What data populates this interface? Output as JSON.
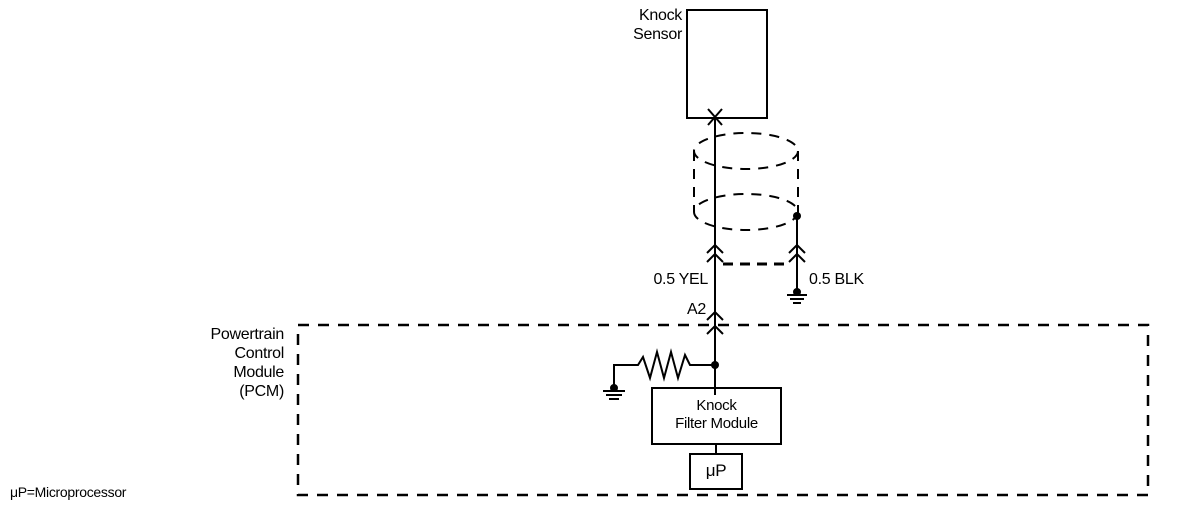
{
  "diagram": {
    "title": "Knock Sensor Circuit",
    "components": {
      "knock_sensor": {
        "line1": "Knock",
        "line2": "Sensor"
      },
      "pcm": {
        "line1": "Powertrain",
        "line2": "Control",
        "line3": "Module",
        "line4": "(PCM)"
      },
      "knock_filter_module": {
        "line1": "Knock",
        "line2": "Filter Module"
      },
      "microprocessor": {
        "symbol": "μP"
      }
    },
    "wires": {
      "signal": "0.5 YEL",
      "ground": "0.5 BLK"
    },
    "connector": {
      "pin": "A2"
    },
    "legend": "μP=Microprocessor"
  }
}
